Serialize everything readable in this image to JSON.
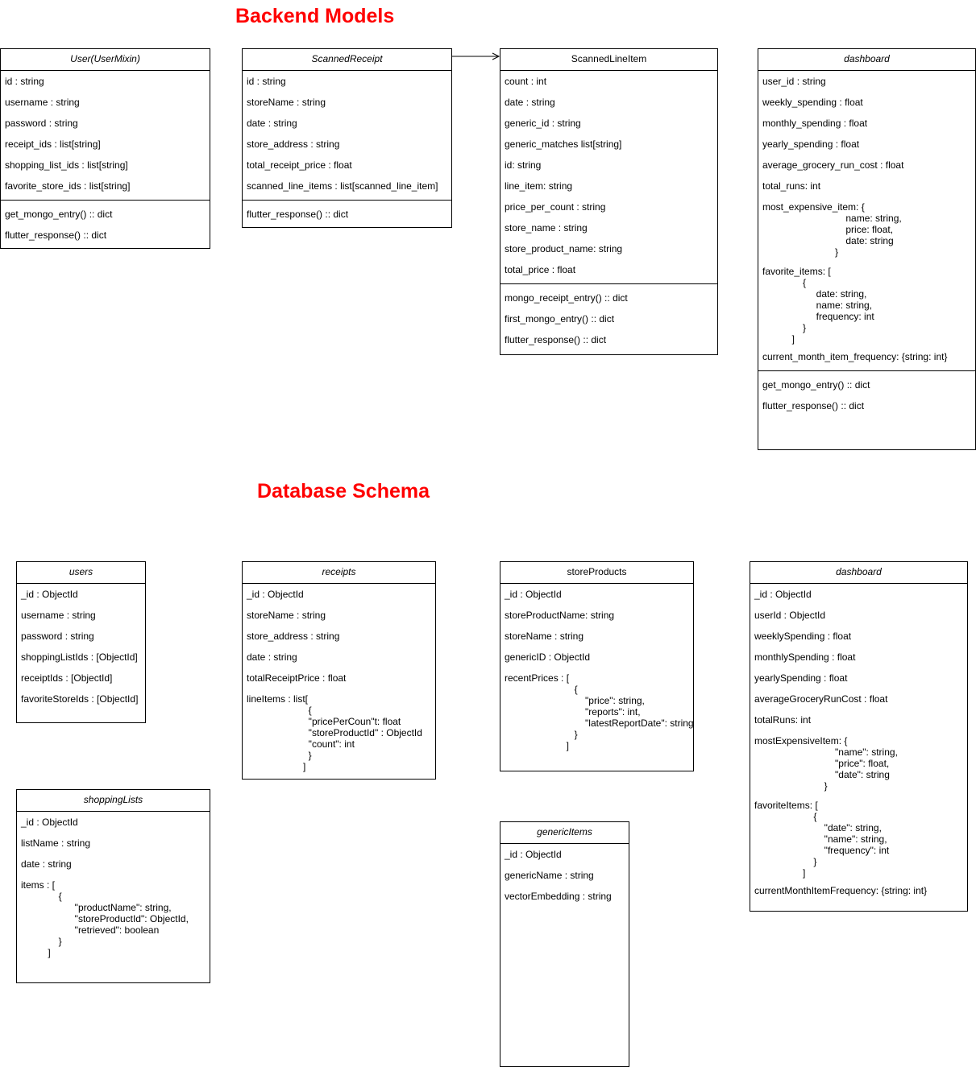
{
  "titles": {
    "backend": "Backend Models",
    "database": "Database Schema"
  },
  "colors": {
    "title": "#ff0000",
    "border": "#000000",
    "background": "#ffffff"
  },
  "backend": {
    "user": {
      "name": "User(UserMixin)",
      "fields": [
        "id : string",
        "username : string",
        "password : string",
        "receipt_ids : list[string]",
        "shopping_list_ids : list[string]",
        "favorite_store_ids : list[string]"
      ],
      "methods": [
        "get_mongo_entry() :: dict",
        "flutter_response() :: dict"
      ]
    },
    "scanned_receipt": {
      "name": "ScannedReceipt",
      "fields": [
        "id : string",
        "storeName : string",
        "date : string",
        "store_address : string",
        "total_receipt_price : float",
        "scanned_line_items : list[scanned_line_item]"
      ],
      "methods": [
        "flutter_response() :: dict"
      ]
    },
    "scanned_line_item": {
      "name": "ScannedLineItem",
      "fields": [
        "count : int",
        "date : string",
        "generic_id : string",
        "generic_matches list[string]",
        "id: string",
        "line_item: string",
        "price_per_count : string",
        "store_name : string",
        "store_product_name: string",
        "total_price : float"
      ],
      "methods": [
        "mongo_receipt_entry() :: dict",
        "first_mongo_entry() :: dict",
        "flutter_response() :: dict"
      ]
    },
    "dashboard": {
      "name": "dashboard",
      "fields": [
        "user_id : string",
        "weekly_spending : float",
        "monthly_spending : float",
        "yearly_spending : float",
        "average_grocery_run_cost : float",
        "total_runs: int"
      ],
      "most_expensive_item": "most_expensive_item: {\n                               name: string,\n                               price: float,\n                               date: string\n                           }",
      "favorite_items": "favorite_items: [\n               {\n                    date: string,\n                    name: string,\n                    frequency: int\n               }\n           ]",
      "current_month": "current_month_item_frequency: {string: int}",
      "methods": [
        "get_mongo_entry() :: dict",
        "flutter_response() :: dict"
      ]
    }
  },
  "database": {
    "users": {
      "name": "users",
      "fields": [
        "_id : ObjectId",
        "username : string",
        "password : string",
        "shoppingListIds : [ObjectId]",
        "receiptIds : [ObjectId]",
        "favoriteStoreIds : [ObjectId]"
      ]
    },
    "receipts": {
      "name": "receipts",
      "fields": [
        "_id : ObjectId",
        "storeName : string",
        "store_address : string",
        "date : string",
        "totalReceiptPrice : float"
      ],
      "line_items": "lineItems : list[\n                       {\n                       \"pricePerCoun\"t: float\n                       \"storeProductId\" : ObjectId\n                       \"count\": int\n                       }\n                     ]"
    },
    "store_products": {
      "name": "storeProducts",
      "fields": [
        "_id : ObjectId",
        "storeProductName: string",
        "storeName : string",
        "genericID : ObjectId"
      ],
      "recent_prices": "recentPrices : [\n                          {\n                              \"price\": string,\n                              \"reports\": int,\n                              \"latestReportDate\": string\n                          }\n                       ]"
    },
    "dashboard": {
      "name": "dashboard",
      "fields": [
        "_id : ObjectId",
        "userId : ObjectId",
        "weeklySpending : float",
        "monthlySpending : float",
        "yearlySpending : float",
        "averageGroceryRunCost : float",
        "totalRuns: int"
      ],
      "most_expensive_item": "mostExpensiveItem: {\n                              \"name\": string,\n                              \"price\": float,\n                              \"date\": string\n                          }",
      "favorite_items": "favoriteItems: [\n                      {\n                          \"date\": string,\n                          \"name\": string,\n                          \"frequency\": int\n                      }\n                  ]",
      "current_month": "currentMonthItemFrequency: {string: int}"
    },
    "shopping_lists": {
      "name": "shoppingLists",
      "fields": [
        "_id : ObjectId",
        "listName : string",
        "date : string"
      ],
      "items": "items : [\n              {\n                    \"productName\": string,\n                    \"storeProductId\": ObjectId,\n                    \"retrieved\": boolean\n              }\n          ]"
    },
    "generic_items": {
      "name": "genericItems",
      "fields": [
        "_id : ObjectId",
        "genericName : string",
        "vectorEmbedding : string"
      ]
    }
  }
}
